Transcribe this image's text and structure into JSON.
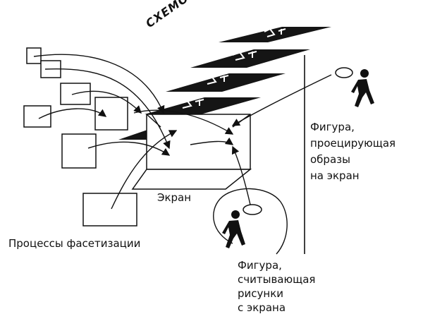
{
  "diagram": {
    "stream_title": "СХЕМОПОТОК",
    "screen_label": "Экран",
    "processes_label": "Процессы фасетизации",
    "projector_label": [
      "Фигура,",
      "проецирующая",
      "образы",
      "на экран"
    ],
    "reader_label": [
      "Фигура,",
      "считывающая",
      "рисунки",
      "с экрана"
    ],
    "colors": {
      "ink": "#111111",
      "band": "#151515",
      "paper": "#ffffff"
    },
    "icons": [
      "walking-figure-icon",
      "eye-icon"
    ]
  }
}
